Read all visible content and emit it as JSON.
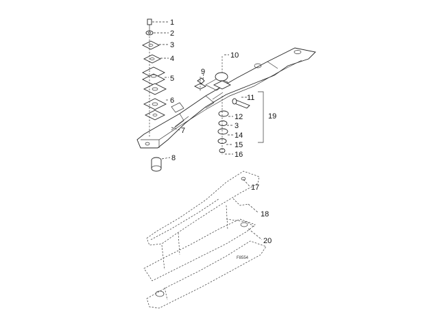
{
  "diagram": {
    "callouts": [
      "1",
      "2",
      "3",
      "4",
      "5",
      "6",
      "7",
      "8",
      "9",
      "10",
      "11",
      "12",
      "3",
      "14",
      "15",
      "16",
      "17",
      "18",
      "19",
      "20"
    ],
    "reference_code": "F8554"
  }
}
